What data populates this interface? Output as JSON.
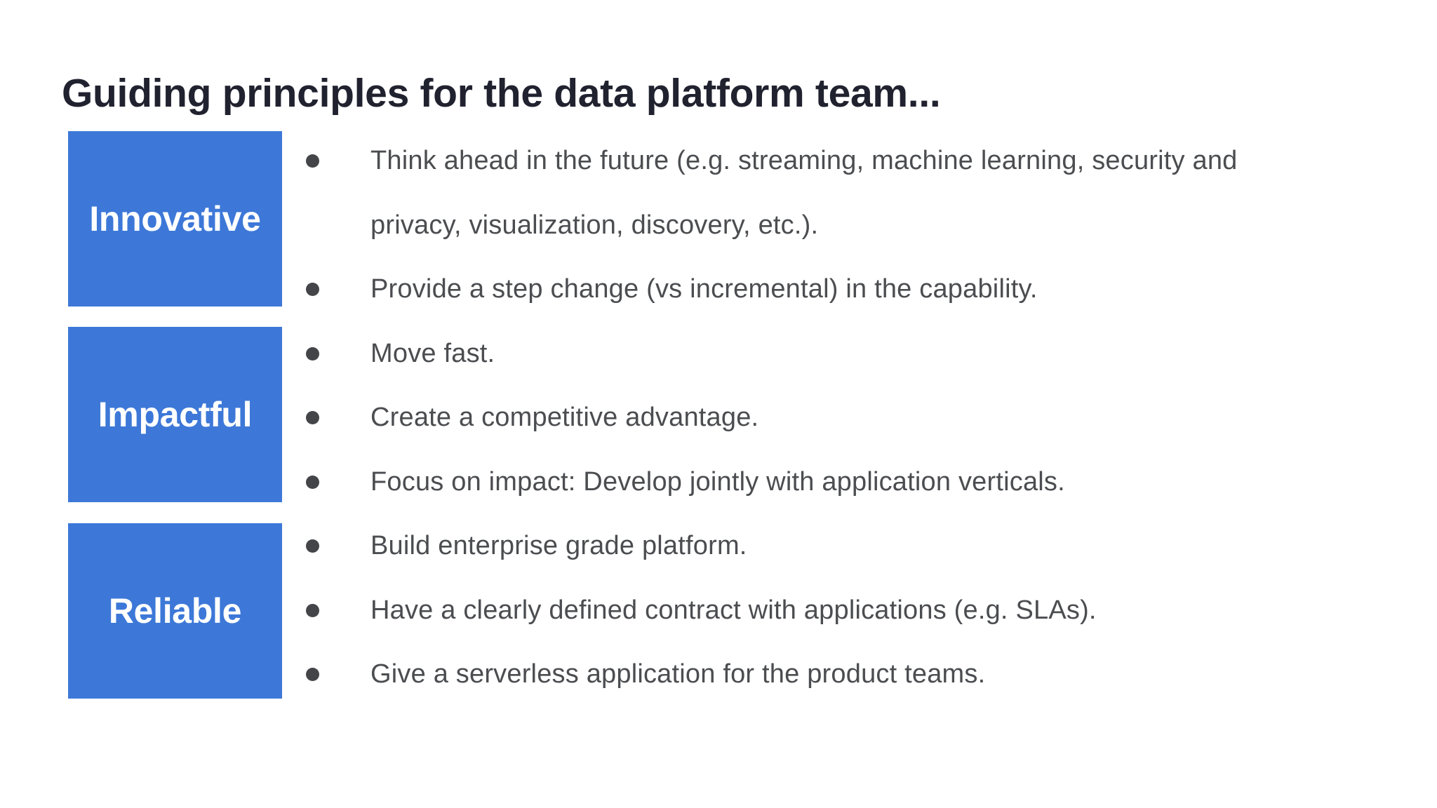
{
  "slide": {
    "title": "Guiding principles for the data platform team...",
    "sections": [
      {
        "label": "Innovative",
        "bullets": [
          "Think ahead in the future (e.g. streaming, machine learning, security and privacy, visualization, discovery, etc.).",
          "Provide a step change (vs incremental) in the capability."
        ]
      },
      {
        "label": "Impactful",
        "bullets": [
          "Move fast.",
          "Create a competitive advantage.",
          "Focus on impact: Develop jointly with application verticals."
        ]
      },
      {
        "label": "Reliable",
        "bullets": [
          "Build enterprise grade platform.",
          "Have a clearly defined contract with applications (e.g. SLAs).",
          "Give a serverless application for the product teams."
        ]
      }
    ],
    "colors": {
      "background": "#ffffff",
      "box_blue": "#3d78d8",
      "box_label_text": "#ffffff",
      "title_text": "#20222f",
      "body_text": "#4b4d50",
      "bullet_dot": "#434548"
    }
  }
}
